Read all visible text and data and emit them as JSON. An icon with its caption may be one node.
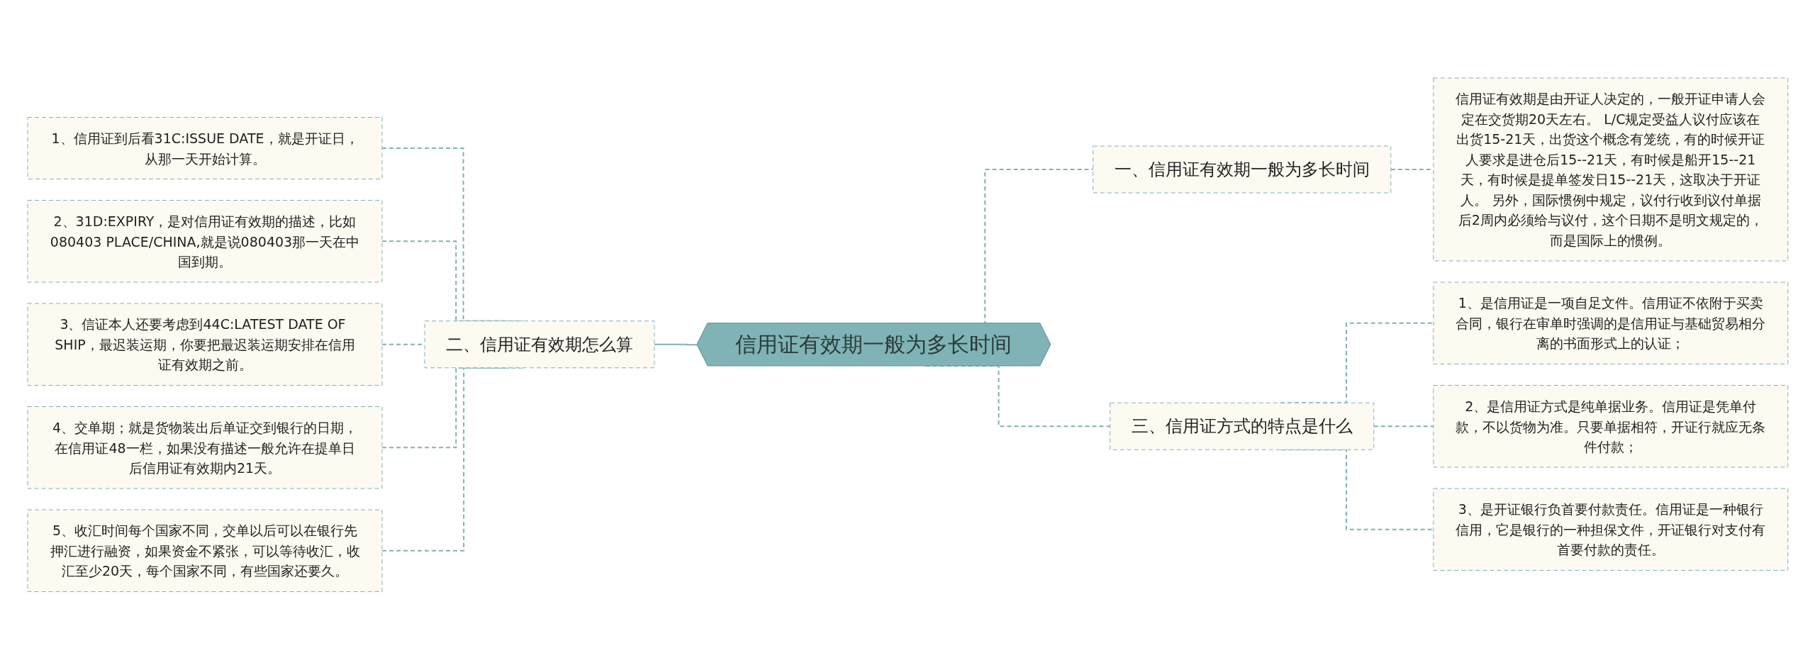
{
  "diagram": {
    "nodes": [
      {
        "text": [
          "信用证有效期一般为多长时间"
        ]
      },
      {
        "text": [
          "一、信用证有效期一般为多长时间"
        ]
      },
      {
        "text": [
          "信用证有效期是由开证人决定的，一般开证申请人会定在交货期20天左右。 L/C规定受益人议付应该在出货15-21天，出货这个概念有笼统，有的时候开证人要求是进仓后15--21天，有时候是船开15--21天，有时候是提单签发日15--21天，这取决于开证人。 另外，国际惯例中规定，议付行收到议付单据后2周内必须给与议付，这个日期不是明文规定的，而是国际上的惯例。"
        ]
      },
      {
        "text": [
          "二、信用证有效期怎么算"
        ]
      },
      {
        "text": [
          "1、信用证到后看31C:ISSUE DATE，就是开证日，从那一天开始计算。"
        ]
      },
      {
        "text": [
          "2、31D:EXPIRY，是对信用证有效期的描述，比如080403 PLACE/CHINA,就是说080403那一天在中国到期。"
        ]
      },
      {
        "text": [
          "3、信证本人还要考虑到44C:LATEST DATE OF SHIP，最迟装运期，你要把最迟装运期安排在信用证有效期之前。"
        ]
      },
      {
        "text": [
          "4、交单期；就是货物装出后单证交到银行的日期，在信用证48一栏，如果没有描述一般允许在提单日后信用证有效期内21天。"
        ]
      },
      {
        "text": [
          "5、收汇时间每个国家不同，交单以后可以在银行先押汇进行融资，如果资金不紧张，可以等待收汇，收汇至少20天，每个国家不同，有些国家还要久。"
        ]
      },
      {
        "text": [
          "三、信用证方式的特点是什么"
        ]
      },
      {
        "text": [
          "1、是信用证是一项自足文件。信用证不依附于买卖合同，银行在审单时强调的是信用证与基础贸易相分离的书面形式上的认证；"
        ]
      },
      {
        "text": [
          "2、是信用证方式是纯单据业务。信用证是凭单付款，不以货物为准。只要单据相符，开证行就应无条件付款；"
        ]
      },
      {
        "text": [
          "3、是开证银行负首要付款责任。信用证是一种银行信用，它是银行的一种担保文件，开证银行对支付有首要付款的责任。"
        ]
      }
    ],
    "edges": [
      {
        "from": 4,
        "to": 3,
        "arrow": "none",
        "style": "dashed"
      },
      {
        "from": 5,
        "to": 3,
        "arrow": "none",
        "style": "dashed"
      },
      {
        "from": 6,
        "to": 3,
        "arrow": "none",
        "style": "dashed"
      },
      {
        "from": 7,
        "to": 3,
        "arrow": "none",
        "style": "dashed"
      },
      {
        "from": 8,
        "to": 3,
        "arrow": "none",
        "style": "dashed"
      },
      {
        "from": 3,
        "to": 0,
        "arrow": "none"
      },
      {
        "from": 0,
        "to": 1,
        "arrow": "none",
        "style": "dashed"
      },
      {
        "from": 1,
        "to": 2,
        "arrow": "none",
        "style": "dashed"
      },
      {
        "from": 0,
        "to": 9,
        "arrow": "none",
        "style": "dashed"
      },
      {
        "from": 9,
        "to": 10,
        "arrow": "none",
        "style": "dashed"
      },
      {
        "from": 9,
        "to": 11,
        "arrow": "none",
        "style": "dashed"
      },
      {
        "from": 9,
        "to": 12,
        "arrow": "none",
        "style": "dashed"
      }
    ]
  }
}
